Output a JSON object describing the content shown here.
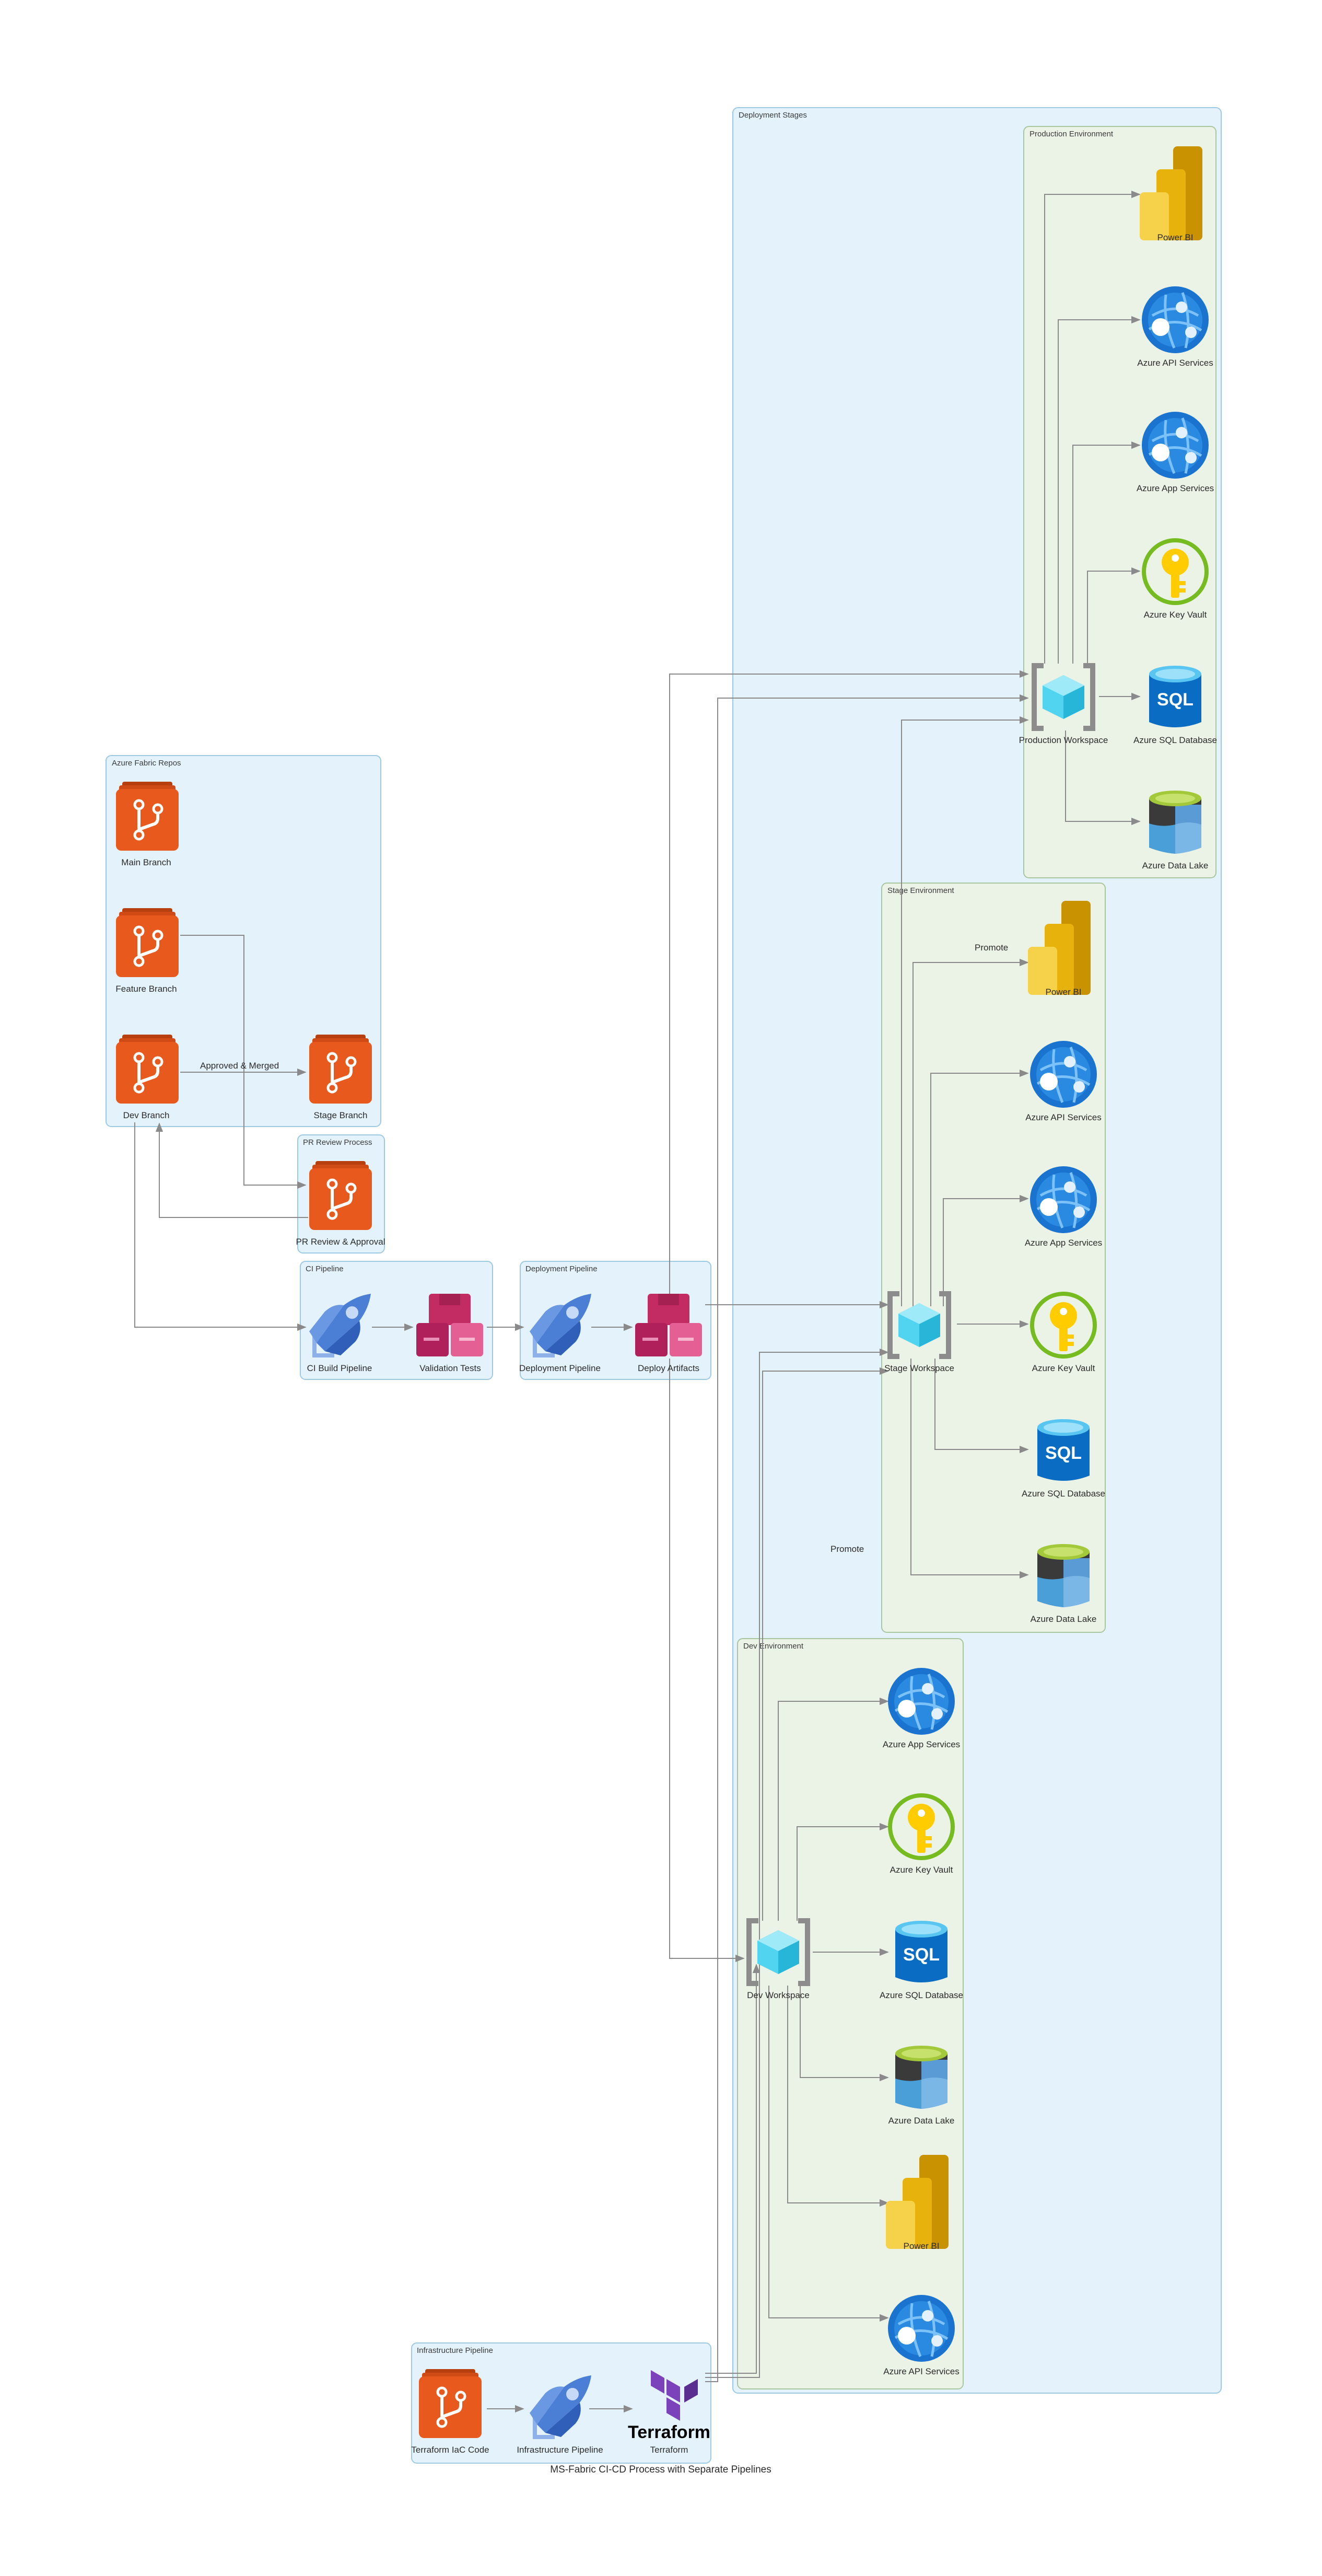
{
  "title": "MS-Fabric CI-CD Process with Separate Pipelines",
  "clusters": {
    "deployment_stages": "Deployment Stages",
    "production": "Production Environment",
    "stage": "Stage Environment",
    "dev": "Dev Environment",
    "repos": "Azure Fabric Repos",
    "pr_review": "PR Review Process",
    "ci": "CI Pipeline",
    "deploy": "Deployment Pipeline",
    "infra": "Infrastructure Pipeline"
  },
  "nodes": {
    "main_branch": "Main Branch",
    "feature_branch": "Feature Branch",
    "dev_branch": "Dev Branch",
    "stage_branch": "Stage Branch",
    "pr_review": "PR Review & Approval",
    "ci_build": "CI Build Pipeline",
    "validation": "Validation Tests",
    "deploy_pipeline": "Deployment Pipeline",
    "deploy_artifacts": "Deploy Artifacts",
    "prod_powerbi": "Power BI",
    "prod_api": "Azure API Services",
    "prod_app": "Azure App Services",
    "prod_keyvault": "Azure Key Vault",
    "prod_workspace": "Production Workspace",
    "prod_sql": "Azure SQL Database",
    "prod_lake": "Azure Data Lake",
    "stage_powerbi": "Power BI",
    "stage_api": "Azure API Services",
    "stage_app": "Azure App Services",
    "stage_workspace": "Stage Workspace",
    "stage_keyvault": "Azure Key Vault",
    "stage_sql": "Azure SQL Database",
    "stage_lake": "Azure Data Lake",
    "dev_app": "Azure App Services",
    "dev_keyvault": "Azure Key Vault",
    "dev_workspace": "Dev Workspace",
    "dev_sql": "Azure SQL Database",
    "dev_lake": "Azure Data Lake",
    "dev_powerbi": "Power BI",
    "dev_api": "Azure API Services",
    "terraform_code": "Terraform IaC Code",
    "infra_pipeline": "Infrastructure Pipeline",
    "terraform": "Terraform",
    "terraform_wordmark": "Terraform",
    "sql_text": "SQL"
  },
  "edge_labels": {
    "approved_merged": "Approved & Merged",
    "promote_prod": "Promote",
    "promote_stage": "Promote"
  },
  "colors": {
    "cluster_blue_fill": "#e4f3fb",
    "cluster_blue_stroke": "#9ec9e2",
    "cluster_green_fill": "#ebf3e6",
    "cluster_green_stroke": "#a8c5a0",
    "git_orange": "#e8591e",
    "pipeline_blue": "#4b7fd6",
    "artifact_pink": "#d0336c",
    "powerbi_gold": "#f2c811",
    "sql_blue": "#0a6cc2",
    "keyvault_yellow": "#ffd400",
    "keyvault_ring": "#76bc21",
    "lake_green": "#a3c93a",
    "workspace_cyan": "#50d4f0",
    "terraform_purple": "#7b42bc"
  },
  "icons": {
    "git": "git-repo-icon",
    "pipeline": "azure-pipelines-icon",
    "artifacts": "azure-artifacts-icon",
    "powerbi": "power-bi-icon",
    "api": "azure-api-services-icon",
    "app": "azure-app-services-icon",
    "keyvault": "key-vault-icon",
    "workspace": "fabric-workspace-icon",
    "sql": "sql-database-icon",
    "lake": "data-lake-icon",
    "terraform": "terraform-icon"
  }
}
